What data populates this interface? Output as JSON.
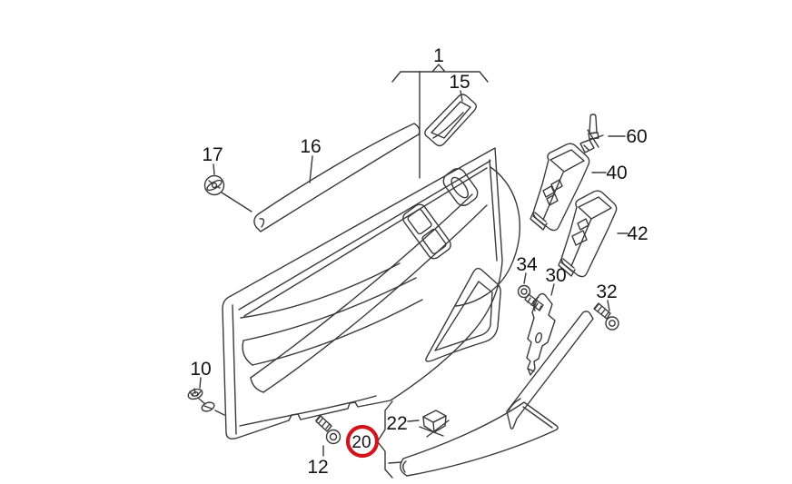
{
  "diagram": {
    "colors": {
      "line": "#3a3a3a",
      "highlight": "#d0141b",
      "background": "#ffffff",
      "label": "#141414"
    },
    "highlighted_part": "20",
    "labels": {
      "p1": "1",
      "p10": "10",
      "p12": "12",
      "p15": "15",
      "p16": "16",
      "p17": "17",
      "p20": "20",
      "p22": "22",
      "p30": "30",
      "p32": "32",
      "p34": "34",
      "p40": "40",
      "p42": "42",
      "p60": "60"
    }
  }
}
